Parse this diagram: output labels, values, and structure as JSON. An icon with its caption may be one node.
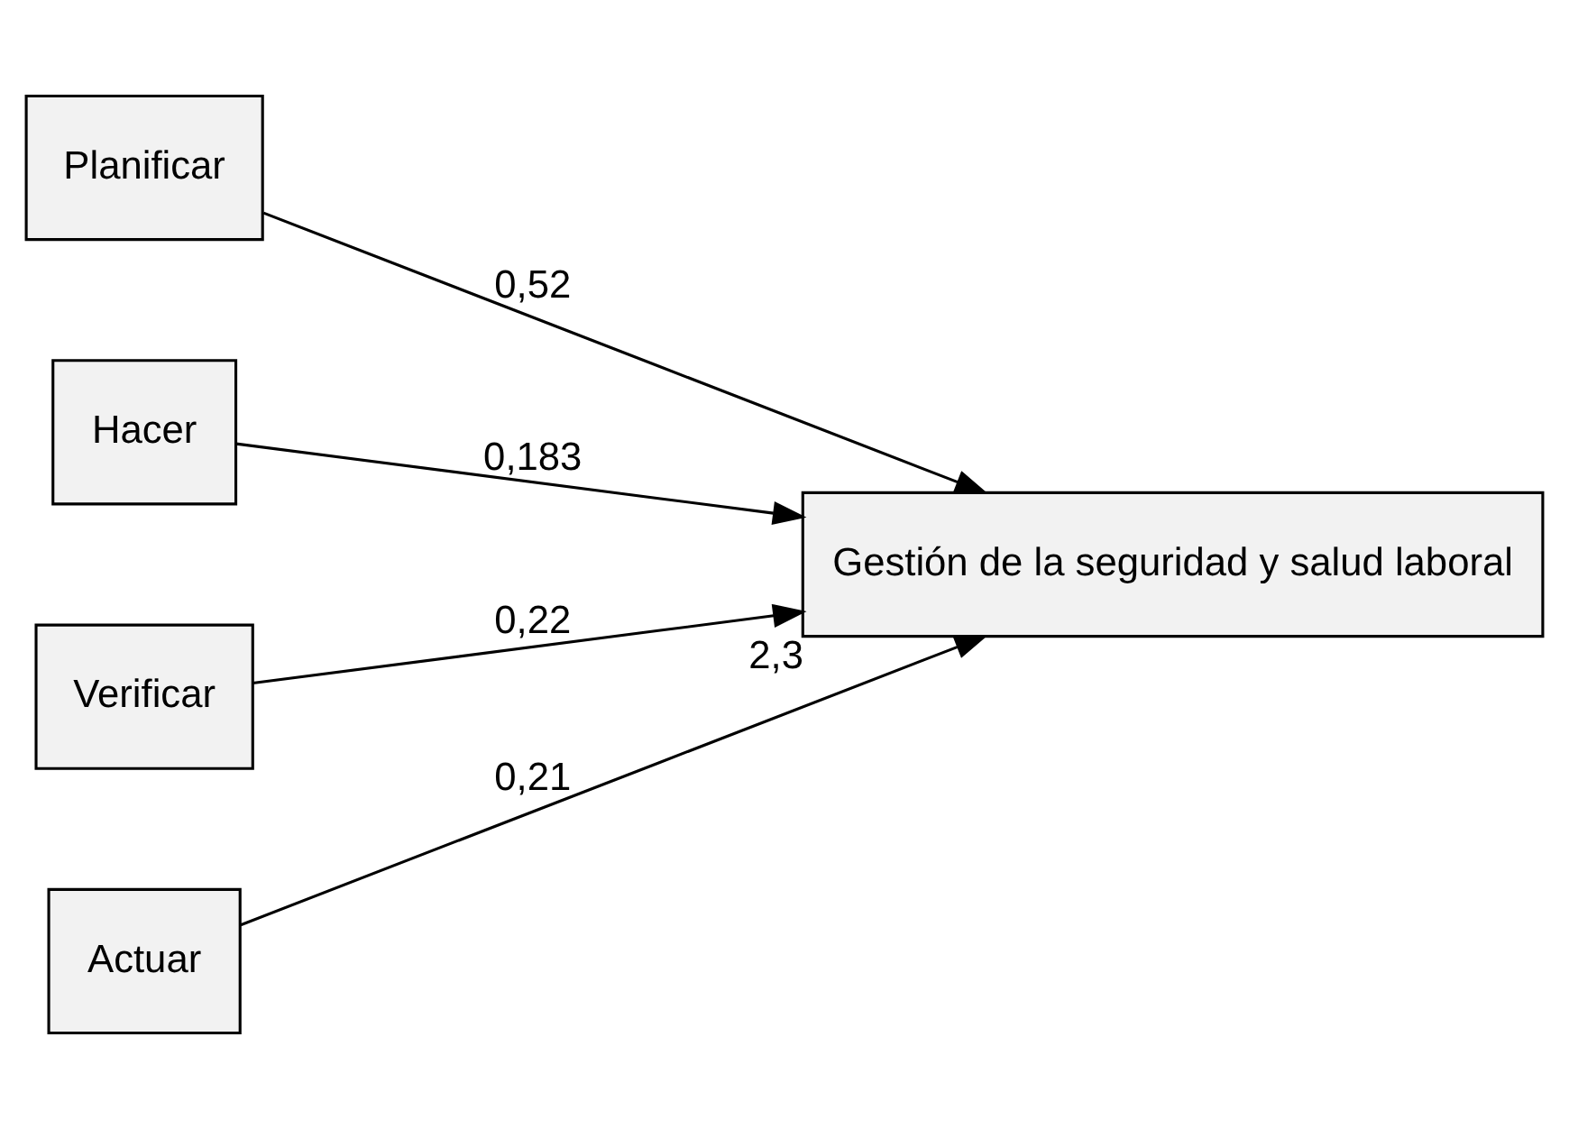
{
  "diagram": {
    "nodes": [
      {
        "text": [
          "Planificar"
        ]
      },
      {
        "text": [
          "Hacer"
        ]
      },
      {
        "text": [
          "Verificar"
        ]
      },
      {
        "text": [
          "Actuar"
        ]
      },
      {
        "text": [
          "Gestión de la seguridad y salud laboral"
        ],
        "beside": [
          "2,3"
        ]
      }
    ],
    "edges": [
      {
        "from": 0,
        "to": 4,
        "arrow": "to",
        "label": "0,52"
      },
      {
        "from": 1,
        "to": 4,
        "arrow": "to",
        "label": "0,183"
      },
      {
        "from": 2,
        "to": 4,
        "arrow": "to",
        "label": "0,22"
      },
      {
        "from": 3,
        "to": 4,
        "arrow": "to",
        "label": "0,21"
      }
    ]
  }
}
